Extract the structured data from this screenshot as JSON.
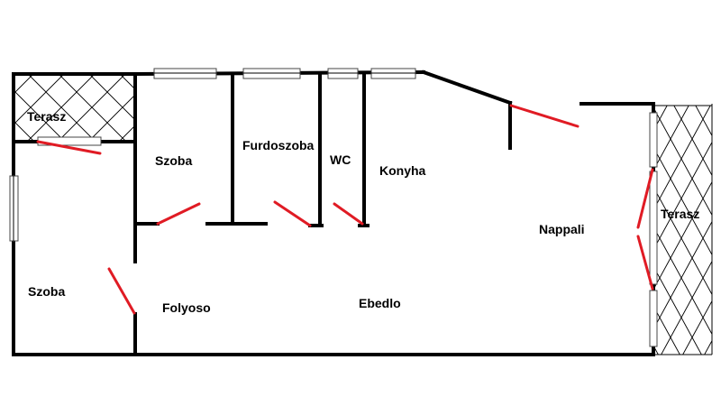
{
  "rooms": {
    "terasz_left": "Terasz",
    "szoba_top": "Szoba",
    "furdoszoba": "Furdoszoba",
    "wc": "WC",
    "konyha": "Konyha",
    "nappali": "Nappali",
    "terasz_right": "Terasz",
    "szoba_bottom": "Szoba",
    "folyoso": "Folyoso",
    "ebedlo": "Ebedlo"
  },
  "colors": {
    "wall": "#000000",
    "door": "#e01b24",
    "background": "#ffffff"
  }
}
